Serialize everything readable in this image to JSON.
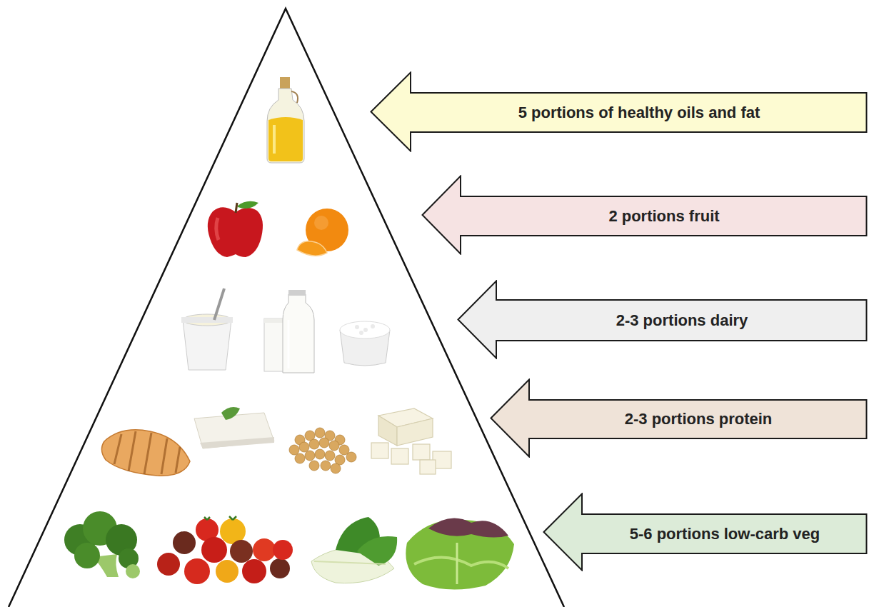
{
  "diagram": {
    "nodes": [
      {
        "text": [
          "5 portions of healthy oils and fat"
        ]
      },
      {
        "text": [
          "2 portions fruit"
        ]
      },
      {
        "text": [
          "2-3 portions dairy"
        ]
      },
      {
        "text": [
          "2-3 portions protein"
        ]
      },
      {
        "text": [
          "5-6 portions low-carb veg"
        ]
      }
    ]
  }
}
